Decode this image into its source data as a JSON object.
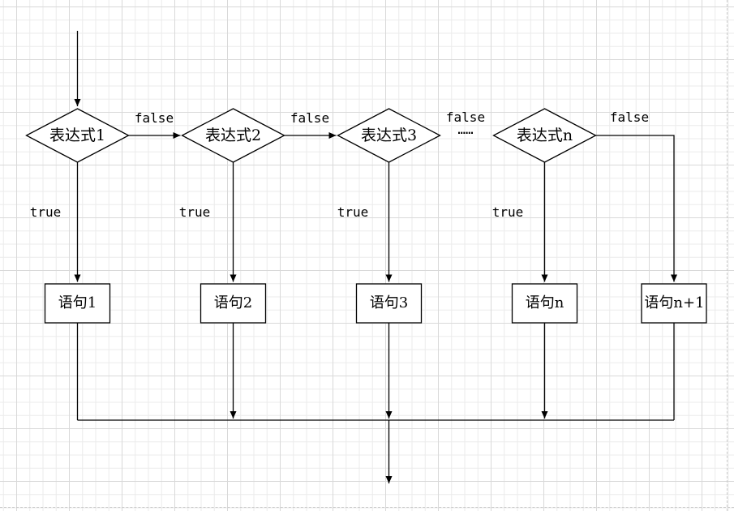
{
  "diagram": {
    "decisions": [
      {
        "label": "表达式1"
      },
      {
        "label": "表达式2"
      },
      {
        "label": "表达式3"
      },
      {
        "label": "表达式n"
      }
    ],
    "statements": [
      {
        "label": "语句1"
      },
      {
        "label": "语句2"
      },
      {
        "label": "语句3"
      },
      {
        "label": "语句n"
      },
      {
        "label": "语句n+1"
      }
    ],
    "edge_labels": {
      "false_text": "false",
      "true_text": "true",
      "ellipsis": "……"
    },
    "colors": {
      "line": "#000000",
      "shape_fill": "#ffffff",
      "grid_minor": "#ebebeb",
      "grid_major": "#d9d9d9",
      "page_break": "#c9c9c9"
    }
  }
}
